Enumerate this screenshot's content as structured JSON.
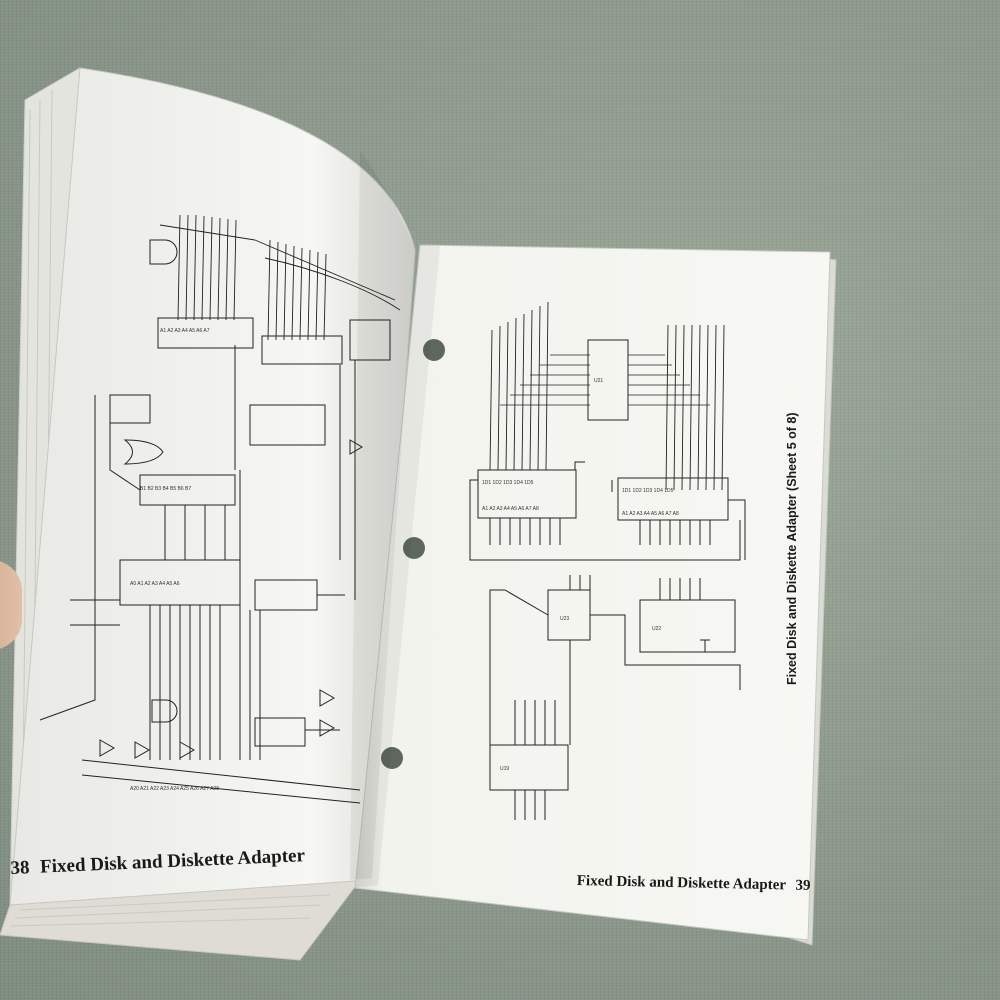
{
  "left_page": {
    "page_number": "38",
    "footer_title": "Fixed Disk and Diskette Adapter"
  },
  "right_page": {
    "page_number": "39",
    "footer_title": "Fixed Disk and Diskette Adapter",
    "sheet_title": "Fixed Disk and Diskette Adapter (Sheet 5 of 8)"
  },
  "colors": {
    "background": "#8f9c8e",
    "paper": "#f4f4ee",
    "ink": "#1a1a1a"
  }
}
